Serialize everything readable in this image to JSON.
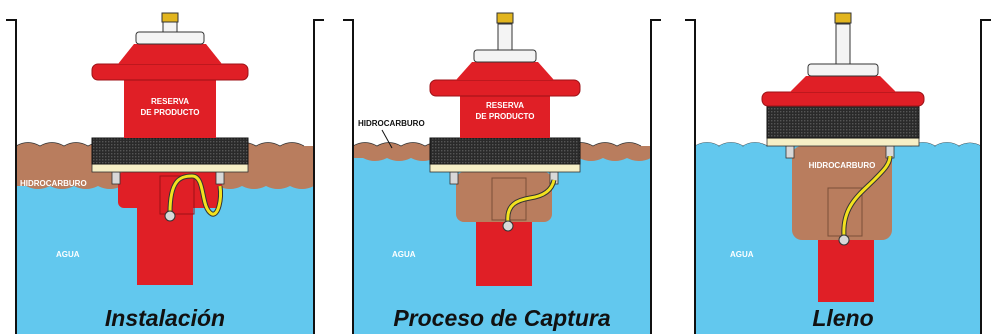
{
  "colors": {
    "water": "#62c8ee",
    "hydrocarbon": "#b97d5e",
    "body_red": "#e01f26",
    "dark_red": "#9c1217",
    "cap_white": "#f4f4f4",
    "filter_dark": "#2a2a2a",
    "band_cream": "#f6efc6",
    "hose_yellow": "#f2e21f",
    "valve_gold": "#e2b51e",
    "wall": "#111111"
  },
  "panels": [
    {
      "caption": "Instalación",
      "label_reserve_line1": "RESERVA",
      "label_reserve_line2": "DE PRODUCTO",
      "label_hydrocarbon": "HIDROCARBURO",
      "label_water": "AGUA"
    },
    {
      "caption": "Proceso de Captura",
      "label_reserve_line1": "RESERVA",
      "label_reserve_line2": "DE PRODUCTO",
      "label_hydrocarbon": "HIDROCARBURO",
      "label_water": "AGUA"
    },
    {
      "caption": "Lleno",
      "label_hydrocarbon": "HIDROCARBURO",
      "label_water": "AGUA"
    }
  ]
}
